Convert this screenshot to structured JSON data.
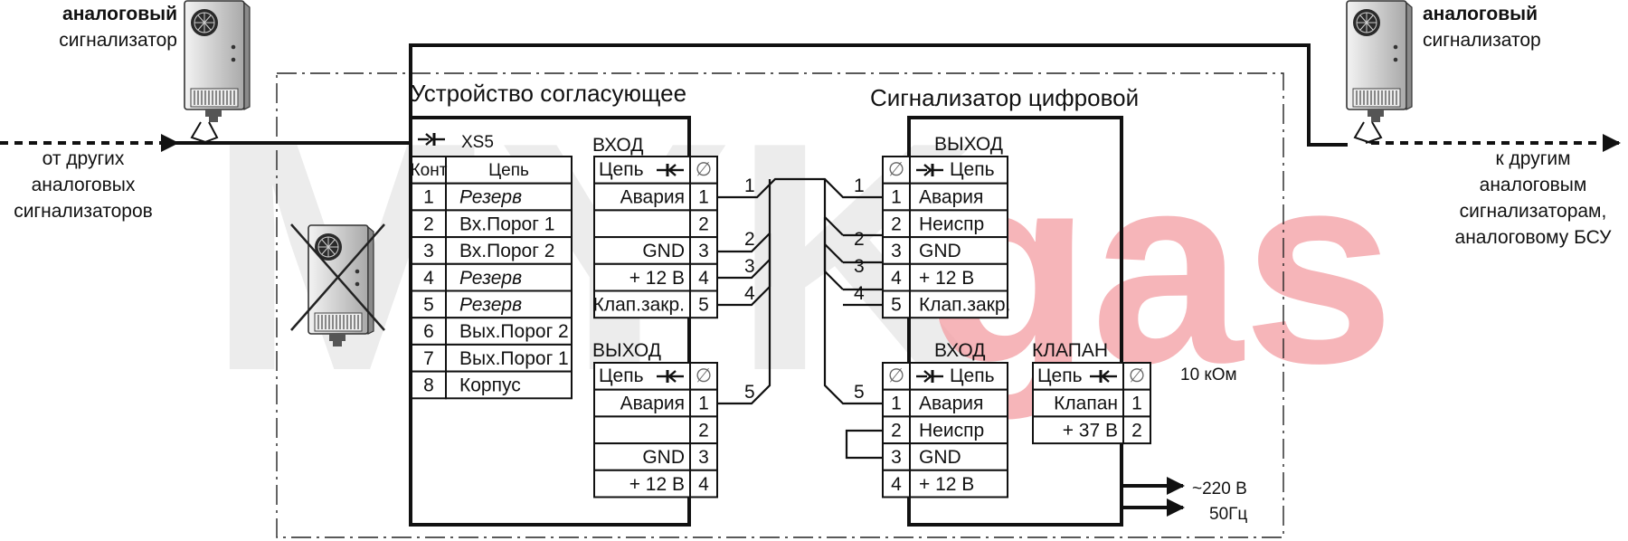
{
  "sensor_left": {
    "title": "аналоговый",
    "subtitle": "сигнализатор"
  },
  "sensor_right": {
    "title": "аналоговый",
    "subtitle": "сигнализатор"
  },
  "note_left": [
    "от других",
    "аналоговых",
    "сигнализаторов"
  ],
  "note_right": [
    "к другим",
    "аналоговым",
    "сигнализаторам,",
    "аналоговому БСУ"
  ],
  "device_left": {
    "title": "Устройство согласующее",
    "xs5": {
      "label": "XS5",
      "col_kont": "Конт",
      "col_cep": "Цепь",
      "rows": [
        {
          "n": "1",
          "name": "Резерв",
          "italic": true
        },
        {
          "n": "2",
          "name": "Вх.Порог 1",
          "italic": false
        },
        {
          "n": "3",
          "name": "Вх.Порог 2",
          "italic": false
        },
        {
          "n": "4",
          "name": "Резерв",
          "italic": true
        },
        {
          "n": "5",
          "name": "Резерв",
          "italic": true
        },
        {
          "n": "6",
          "name": "Вых.Порог 2",
          "italic": false
        },
        {
          "n": "7",
          "name": "Вых.Порог 1",
          "italic": false
        },
        {
          "n": "8",
          "name": "Корпус",
          "italic": false
        }
      ]
    },
    "input": {
      "label": "ВХОД",
      "header": "Цепь",
      "phi": "∅",
      "rows": [
        {
          "name": "Авария",
          "n": "1"
        },
        {
          "name": "",
          "n": "2"
        },
        {
          "name": "GND",
          "n": "3"
        },
        {
          "name": "+ 12 В",
          "n": "4"
        },
        {
          "name": "Клап.закр.",
          "n": "5"
        }
      ]
    },
    "output": {
      "label": "ВЫХОД",
      "header": "Цепь",
      "phi": "∅",
      "rows": [
        {
          "name": "Авария",
          "n": "1"
        },
        {
          "name": "",
          "n": "2"
        },
        {
          "name": "GND",
          "n": "3"
        },
        {
          "name": "+ 12 В",
          "n": "4"
        }
      ]
    }
  },
  "device_right": {
    "title": "Сигнализатор цифровой",
    "output": {
      "label": "ВЫХОД",
      "header": "Цепь",
      "phi": "∅",
      "rows": [
        {
          "name": "Авария",
          "n": "1"
        },
        {
          "name": "Неиспр",
          "n": "2"
        },
        {
          "name": "GND",
          "n": "3"
        },
        {
          "name": "+ 12 В",
          "n": "4"
        },
        {
          "name": "Клап.закр.",
          "n": "5"
        }
      ]
    },
    "input": {
      "label": "ВХОД",
      "header": "Цепь",
      "phi": "∅",
      "rows": [
        {
          "name": "Авария",
          "n": "1"
        },
        {
          "name": "Неиспр",
          "n": "2"
        },
        {
          "name": "GND",
          "n": "3"
        },
        {
          "name": "+ 12 В",
          "n": "4"
        }
      ]
    },
    "valve": {
      "label": "КЛАПАН",
      "header": "Цепь",
      "phi": "∅",
      "rows": [
        {
          "name": "Клапан",
          "n": "1"
        },
        {
          "name": "+ 37 В",
          "n": "2"
        }
      ]
    },
    "resistor": "10 кОм",
    "power_line1": "~220 В",
    "power_line2": "50Гц"
  },
  "wire_labels": {
    "left_1": "1",
    "left_2": "2",
    "left_3": "3",
    "left_4": "4",
    "left_5": "5",
    "right_1": "1",
    "right_2": "2",
    "right_3": "3",
    "right_4": "4",
    "right_5": "5"
  },
  "watermark": {
    "text1": "MYK",
    "text2": "gas"
  },
  "colors": {
    "line": "#111111",
    "watermark_grey": "#dddddd",
    "watermark_pink": "#f4a3a8",
    "sensor_body": "#d2d2d2"
  }
}
